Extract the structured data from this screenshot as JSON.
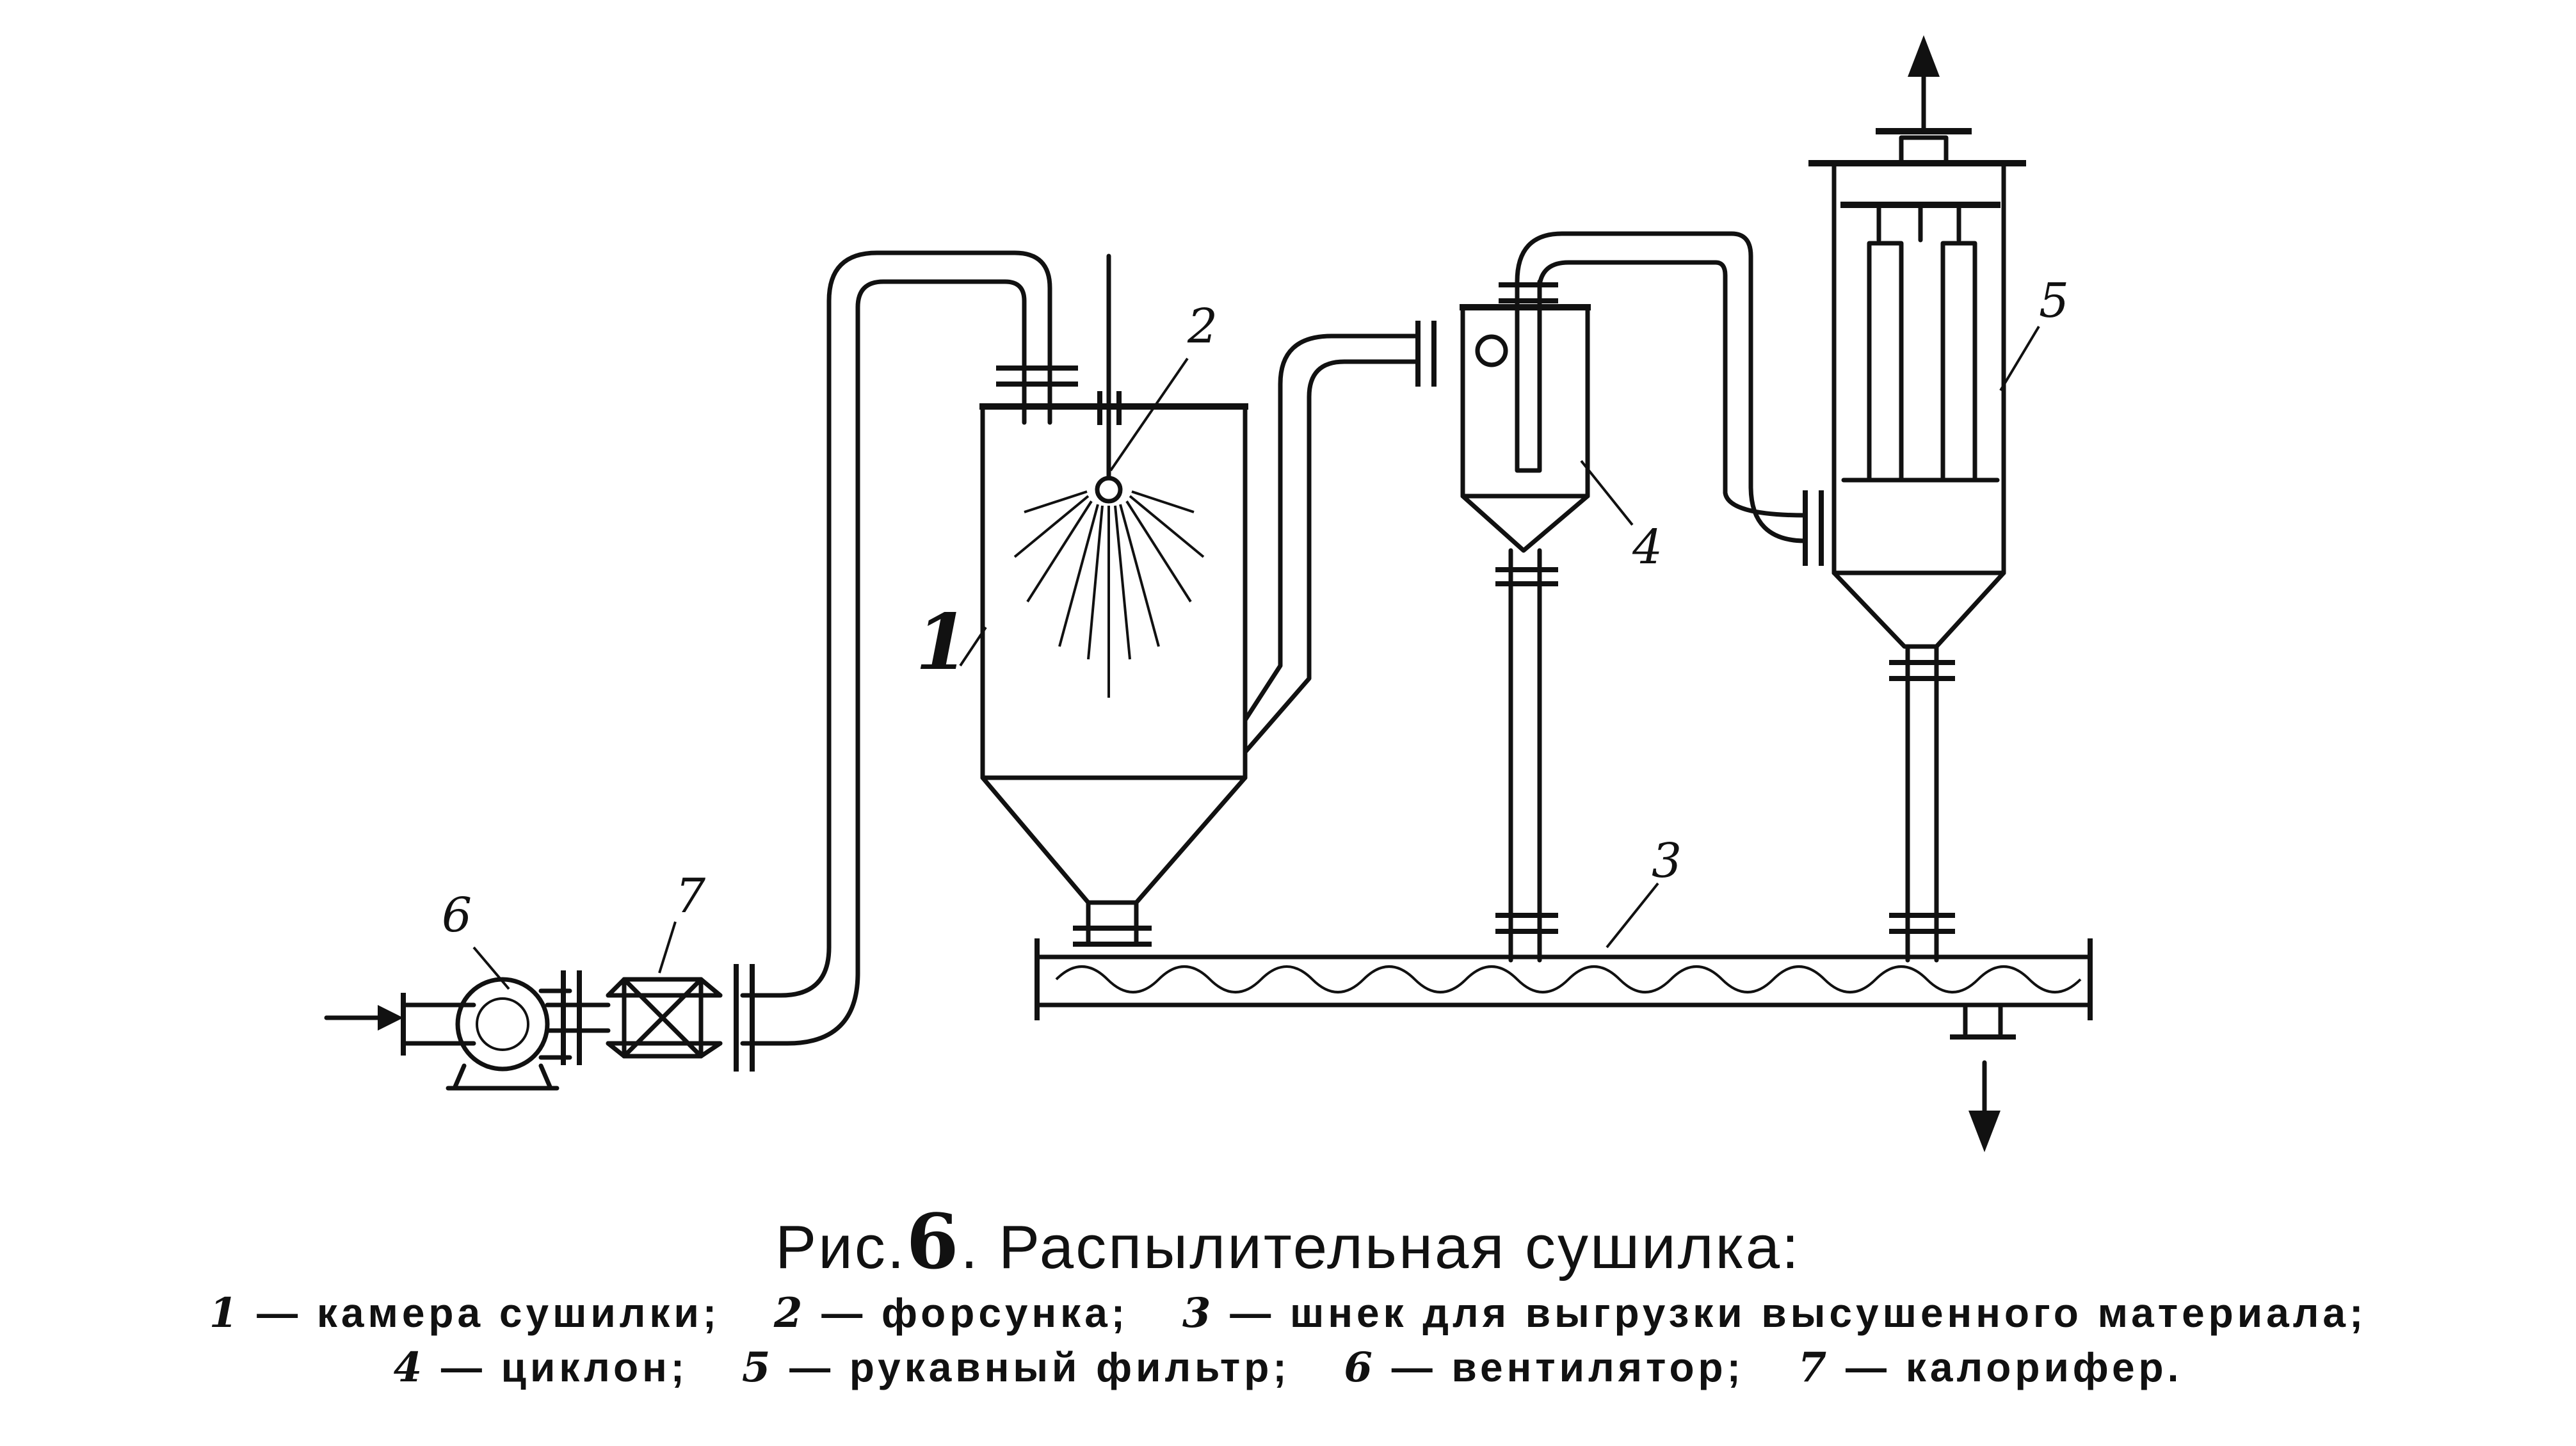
{
  "diagram": {
    "labels": {
      "chamber": "1",
      "nozzle": "2",
      "screw": "3",
      "cyclone": "4",
      "filter": "5",
      "fan": "6",
      "heater": "7"
    }
  },
  "caption": {
    "fig_prefix": "Рис.",
    "fig_number": "6",
    "title": ". Распылительная сушилка:",
    "legend": [
      {
        "num": "1",
        "text": "— камера  сушилки;"
      },
      {
        "num": "2",
        "text": "— форсунка;"
      },
      {
        "num": "3",
        "text": "— шнек  для  выгрузки  высушенного  материала;"
      },
      {
        "num": "4",
        "text": "— циклон;"
      },
      {
        "num": "5",
        "text": "— рукавный  фильтр;"
      },
      {
        "num": "6",
        "text": "— вентилятор;"
      },
      {
        "num": "7",
        "text": "— калорифер."
      }
    ]
  }
}
